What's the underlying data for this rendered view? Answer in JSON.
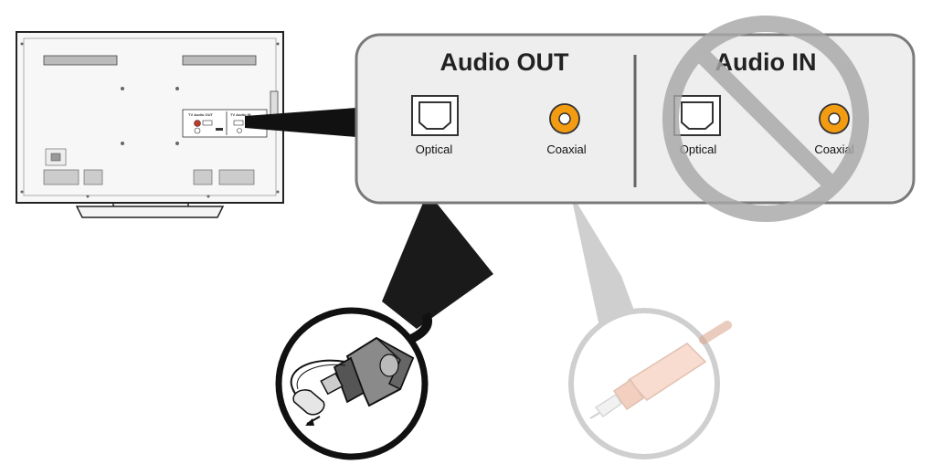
{
  "panel": {
    "out_title": "Audio OUT",
    "in_title": "Audio IN",
    "out_optical_label": "Optical",
    "out_coaxial_label": "Coaxial",
    "in_optical_label": "Optical",
    "in_coaxial_label": "Coaxial"
  },
  "tv": {
    "mini_out_label": "TV Audio OUT",
    "mini_in_label": "TV Audio IN"
  },
  "colors": {
    "coax_orange": "#f39c12",
    "prohibited_gray": "#a8a8a8",
    "panel_fill": "#eeeeee",
    "callout_black": "#1a1a1a",
    "callout_light": "#cfcfcf"
  },
  "icons": {
    "optical_port": "optical-port-icon",
    "coaxial_port": "coaxial-port-icon",
    "prohibited": "prohibited-icon",
    "optical_plug": "optical-plug-icon",
    "coaxial_plug": "coaxial-plug-icon"
  }
}
